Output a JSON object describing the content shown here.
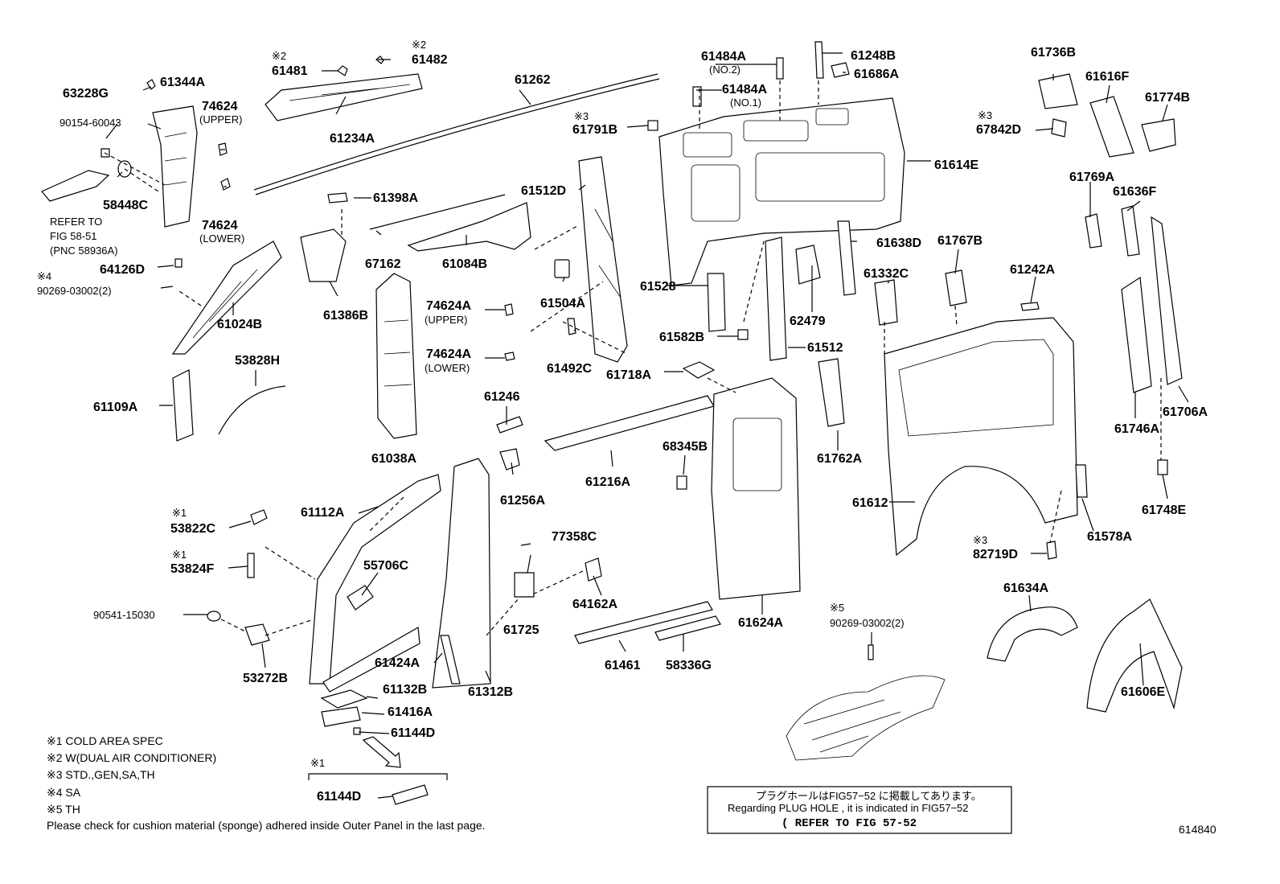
{
  "labels": {
    "p61481": "61481",
    "p61482": "61482",
    "p63228G": "63228G",
    "p61344A": "61344A",
    "p74624_a": "74624",
    "upper_a": "(UPPER)",
    "p90154": "90154-60043",
    "p61234A": "61234A",
    "p61262": "61262",
    "p61484A_1": "61484A",
    "no2": "(NO.2)",
    "p61484A_2": "61484A",
    "no1": "(NO.1)",
    "p61248B": "61248B",
    "p61686A": "61686A",
    "p61736B": "61736B",
    "p61616F": "61616F",
    "p61774B": "61774B",
    "p61791B": "61791B",
    "p61614E": "61614E",
    "p67842D": "67842D",
    "refer_to": "REFER TO",
    "fig_5851": "FIG 58-51",
    "pnc": "(PNC 58936A)",
    "p58448C": "58448C",
    "p74624_b": "74624",
    "lower_b": "(LOWER)",
    "p61398A": "61398A",
    "p61512D": "61512D",
    "p61638D": "61638D",
    "p61767B": "61767B",
    "p61769A": "61769A",
    "p61636F": "61636F",
    "p64126D": "64126D",
    "p90269_a": "90269-03002(2)",
    "p67162": "67162",
    "p61084B": "61084B",
    "p61332C": "61332C",
    "p61242A": "61242A",
    "p61024B": "61024B",
    "p61386B": "61386B",
    "p74624A_u": "74624A",
    "upper_c": "(UPPER)",
    "p61504A": "61504A",
    "p61528": "61528",
    "p62479": "62479",
    "p74624A_l": "74624A",
    "lower_c": "(LOWER)",
    "p61582B": "61582B",
    "p61512": "61512",
    "p61492C": "61492C",
    "p61718A": "61718A",
    "p53828H": "53828H",
    "p61109A": "61109A",
    "p61038A": "61038A",
    "p61246": "61246",
    "p61216A": "61216A",
    "p68345B": "68345B",
    "p61762A": "61762A",
    "p61746A": "61746A",
    "p61706A": "61706A",
    "p61256A": "61256A",
    "p61112A": "61112A",
    "p61612": "61612",
    "p61578A": "61578A",
    "p61748E": "61748E",
    "p53822C": "53822C",
    "p53824F": "53824F",
    "p77358C": "77358C",
    "p82719D": "82719D",
    "p55706C": "55706C",
    "p64162A": "64162A",
    "p61624A": "61624A",
    "p61634A": "61634A",
    "p90541": "90541-15030",
    "p61725": "61725",
    "p90269_b": "90269-03002(2)",
    "p53272B": "53272B",
    "p61424A": "61424A",
    "p61461": "61461",
    "p58336G": "58336G",
    "p61312B": "61312B",
    "p61606E": "61606E",
    "p61132B": "61132B",
    "p61416A": "61416A",
    "p61144D_a": "61144D",
    "p61144D_b": "61144D",
    "fig_code": "614840"
  },
  "marks": {
    "m2_a": "※2",
    "m2_b": "※2",
    "m3_a": "※3",
    "m3_b": "※3",
    "m4": "※4",
    "m1_a": "※1",
    "m1_b": "※1",
    "m3_c": "※3",
    "m5": "※5",
    "m1_c": "※1"
  },
  "notes": {
    "n1": "※1 COLD AREA SPEC",
    "n2": "※2 W(DUAL AIR CONDITIONER)",
    "n3": "※3 STD.,GEN,SA,TH",
    "n4": "※4 SA",
    "n5": "※5 TH",
    "sponge": "Please check for cushion material (sponge) adhered inside Outer Panel in the last page."
  },
  "plug_note": {
    "jp": "プラグホールはFIG57−52 に掲載してあります。",
    "en": "Regarding PLUG HOLE , it is indicated in FIG57−52",
    "refer": "( REFER TO FIG 57-52"
  }
}
